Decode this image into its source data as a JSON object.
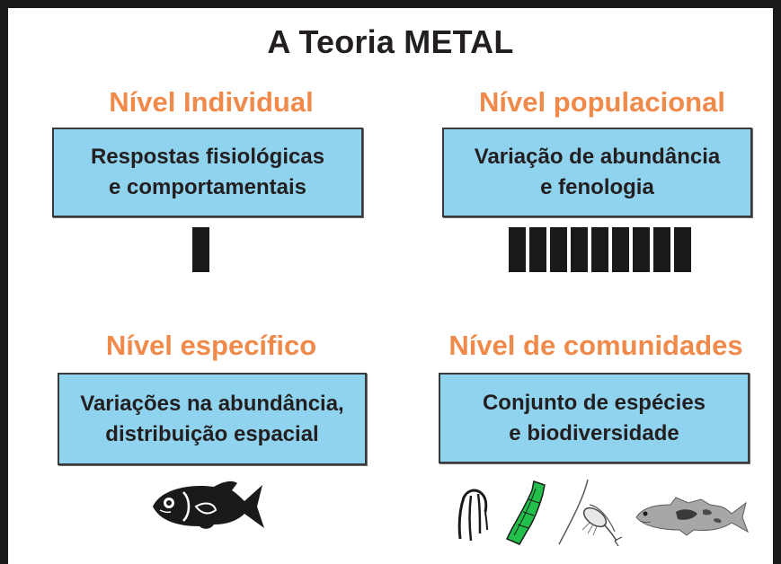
{
  "title": "A Teoria METAL",
  "levels": [
    {
      "heading": "Nível Individual",
      "box_lines": [
        "Respostas fisiológicas",
        "e comportamentais"
      ],
      "bar_count": 1
    },
    {
      "heading": "Nível populacional",
      "box_lines": [
        "Variação de abundância",
        "e fenologia"
      ],
      "bar_count": 9
    },
    {
      "heading": "Nível específico",
      "box_lines": [
        "Variações na abundância,",
        "distribuição espacial"
      ]
    },
    {
      "heading": "Nível de comunidades",
      "box_lines": [
        "Conjunto de espécies",
        "e biodiversidade"
      ]
    }
  ],
  "colors": {
    "heading": "#f08a4b",
    "box_fill": "#8fd3ee",
    "ink": "#1a1a1a",
    "salp": "#22c04a"
  },
  "icons": {
    "individual": "single-bar-icon",
    "population": "bar-series-icon",
    "species": "fish-icon",
    "community": [
      "siphonophore-icon",
      "salp-icon",
      "copepod-icon",
      "cod-fish-icon"
    ]
  }
}
